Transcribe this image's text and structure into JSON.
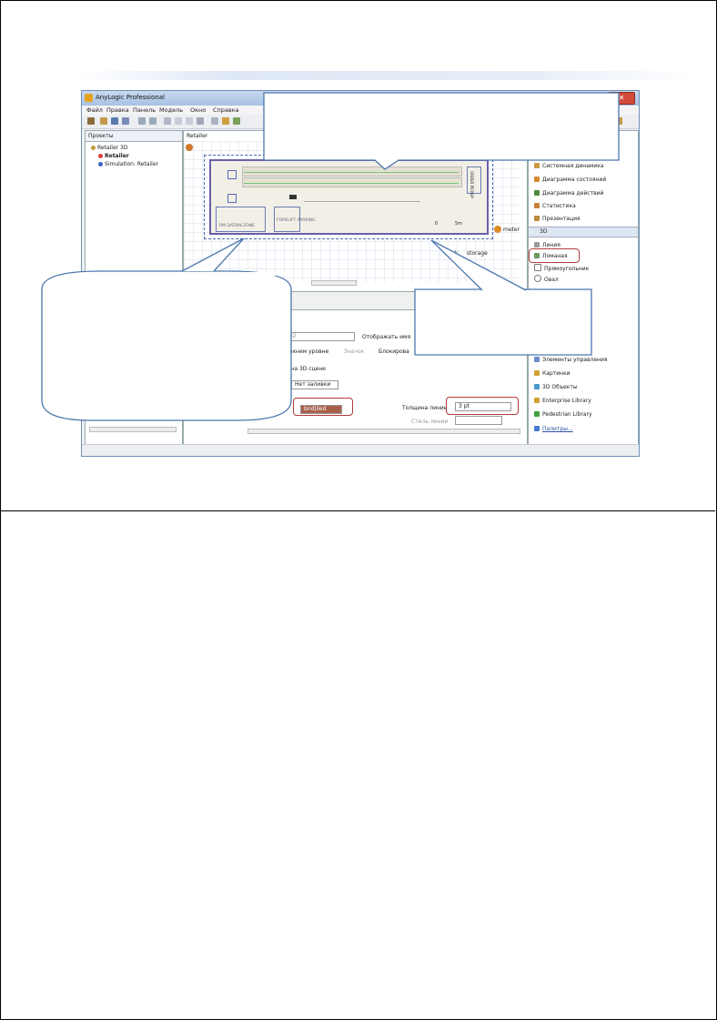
{
  "app": {
    "title": "AnyLogic Professional",
    "menu": [
      "Файл",
      "Правка",
      "Панель",
      "Модель",
      "Окно",
      "Справка"
    ]
  },
  "projects_panel": {
    "tab": "Проекты",
    "tree": [
      {
        "label": "Retailer 3D",
        "color": "#c09a3a"
      },
      {
        "label": "Retailer",
        "color": "#d94040",
        "bold": true
      },
      {
        "label": "Simulation: Retailer",
        "color": "#3a63c2"
      }
    ]
  },
  "editor": {
    "tab": "Retailer",
    "labels": {
      "order_pickup": "ORDER PICKUP",
      "forklift_parking": "FORKLIFT PARKING",
      "zone": "RM DATAIN ZONE",
      "scale_0": "0",
      "scale_5": "5m",
      "meter": "meter",
      "work": "rk",
      "storage": "storage"
    }
  },
  "properties": {
    "name_value": "e2",
    "show_name": "Отображать имя",
    "top_level": "ерхнем уровне",
    "icon": "Значок",
    "lock": "Блокирова",
    "on_3d": "ь на 3D сцене",
    "fill": "Нет заливки",
    "line_color": "bnd|iled",
    "line_width_label": "Толщина линии",
    "line_width_value": "3 pt",
    "line_style_label": "Стиль линии"
  },
  "palette": {
    "top_items": [
      {
        "label": "Системная динамика",
        "color": "#c89a40"
      },
      {
        "label": "Диаграмма состояний",
        "color": "#d58a30"
      },
      {
        "label": "Диаграмма действий",
        "color": "#4a8a3a"
      },
      {
        "label": "Статистика",
        "color": "#c8803a"
      },
      {
        "label": "Презентация",
        "color": "#b98a3a"
      }
    ],
    "section": "3D",
    "section_items": [
      {
        "label": "Линия",
        "color": "#9a9a9a"
      },
      {
        "label": "Ломаная",
        "color": "#6a9a5a"
      },
      {
        "label": "Прямоугольник",
        "color": "#7a7a7a"
      },
      {
        "label": "Овал",
        "color": "#7a7a7a"
      }
    ],
    "bottom_items": [
      {
        "label": "Элементы управления",
        "color": "#6a8ac8"
      },
      {
        "label": "Картинки",
        "color": "#d0a030"
      },
      {
        "label": "3D Объекты",
        "color": "#4a9ad0"
      },
      {
        "label": "Enterprise Library",
        "color": "#d0a030"
      },
      {
        "label": "Pedestrian Library",
        "color": "#40a040"
      },
      {
        "label": "Палитры...",
        "color": "#4a7ad0"
      }
    ]
  },
  "scrollbars": {
    "projects": "",
    "editor": "",
    "props": ""
  }
}
